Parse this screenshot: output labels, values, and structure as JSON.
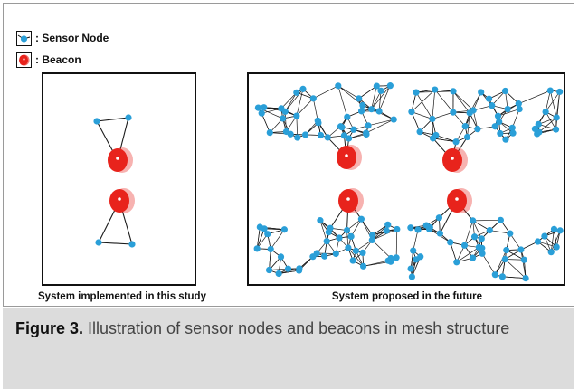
{
  "legend": {
    "sensor_node_label": ": Sensor Node",
    "beacon_label": ": Beacon",
    "sensor_node_icon": "sensor-node-icon",
    "beacon_icon": "beacon-icon"
  },
  "panels": {
    "left_caption": "System implemented in this study",
    "right_caption": "System proposed in the future"
  },
  "caption": {
    "label": "Figure 3.",
    "text": " Illustration of sensor nodes and beacons in mesh structure"
  },
  "colors": {
    "node": "#2a9fd8",
    "beacon": "#e8231c",
    "edge": "#1a1a1a",
    "caption_bg": "#dcdcdc"
  }
}
